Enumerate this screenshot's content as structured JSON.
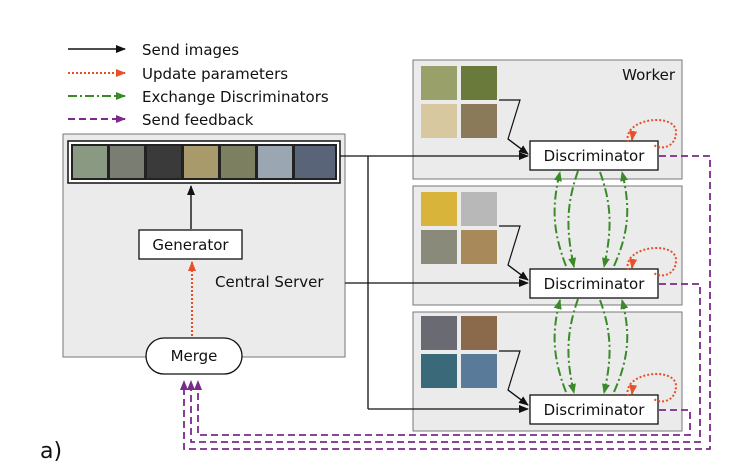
{
  "legend": {
    "send_images": "Send images",
    "update_parameters": "Update parameters",
    "exchange_discriminators": "Exchange Discriminators",
    "send_feedback": "Send feedback"
  },
  "central_server": {
    "label": "Central Server",
    "generator_label": "Generator",
    "merge_label": "Merge"
  },
  "workers": [
    {
      "title": "Worker",
      "discriminator_label": "Discriminator"
    },
    {
      "title": "",
      "discriminator_label": "Discriminator"
    },
    {
      "title": "",
      "discriminator_label": "Discriminator"
    }
  ],
  "panel_label": "a)",
  "colors": {
    "send_images": "#111111",
    "update_parameters": "#e8502a",
    "exchange_discriminators": "#3a8a2a",
    "send_feedback": "#7a2a8a",
    "panel_fill": "#ebebeb",
    "panel_border": "#777777"
  }
}
